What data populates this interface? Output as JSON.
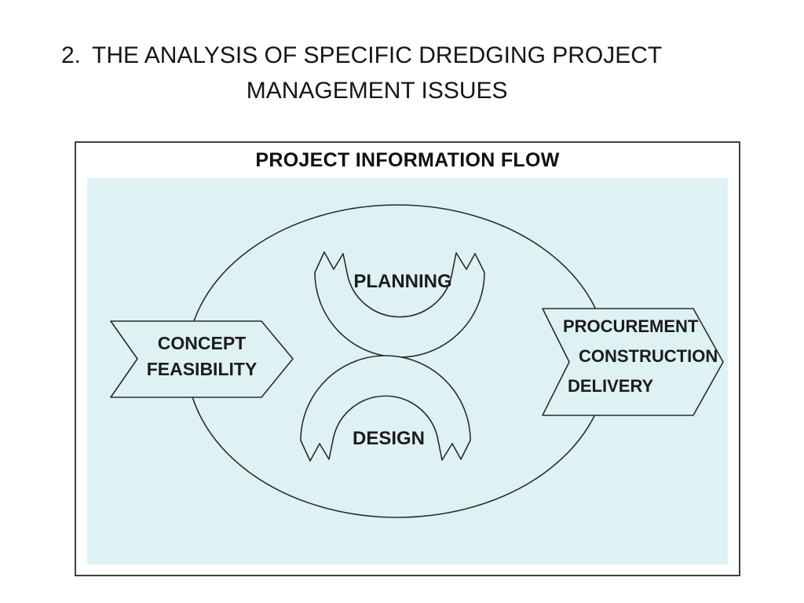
{
  "slide": {
    "number": "2.",
    "title_line1": "THE ANALYSIS OF SPECIFIC DREDGING PROJECT",
    "title_line2": "MANAGEMENT ISSUES"
  },
  "diagram": {
    "panel_title": "PROJECT INFORMATION FLOW",
    "cycle": {
      "top": "PLANNING",
      "bottom": "DESIGN"
    },
    "input_arrow": {
      "line1": "CONCEPT",
      "line2": "FEASIBILITY"
    },
    "output_arrow": {
      "line1": "PROCUREMENT",
      "line2": "CONSTRUCTION",
      "line3": "DELIVERY"
    },
    "colors": {
      "canvas_tint": "#def2f4",
      "stroke": "#2b2b2b",
      "panel_background": "#ffffff",
      "text": "#1c1c1c"
    }
  }
}
